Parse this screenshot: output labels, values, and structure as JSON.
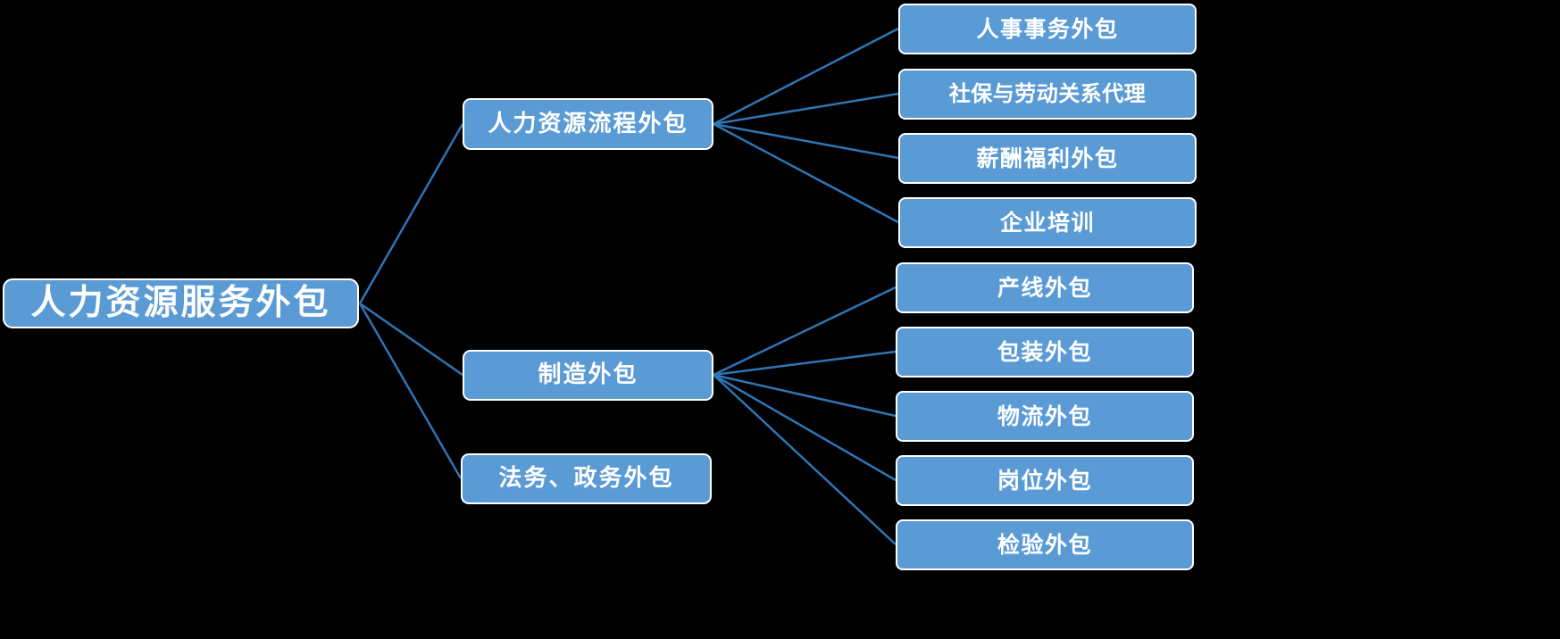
{
  "diagram": {
    "title": "人力资源服务外包",
    "type": "mind-map",
    "background_color": "#000000",
    "node_fill_color": "#5b9bd5",
    "node_border_color": "#ffffff",
    "node_text_color": "#ffffff",
    "connector_color": "#2e75b6"
  },
  "root": {
    "label": "人力资源服务外包"
  },
  "branches": [
    {
      "label": "人力资源流程外包"
    },
    {
      "label": "制造外包"
    },
    {
      "label": "法务、政务外包"
    }
  ],
  "leaves_hr": [
    {
      "label": "人事事务外包"
    },
    {
      "label": "社保与劳动关系代理"
    },
    {
      "label": "薪酬福利外包"
    },
    {
      "label": "企业培训"
    }
  ],
  "leaves_mfg": [
    {
      "label": "产线外包"
    },
    {
      "label": "包装外包"
    },
    {
      "label": "物流外包"
    },
    {
      "label": "岗位外包"
    },
    {
      "label": "检验外包"
    }
  ]
}
